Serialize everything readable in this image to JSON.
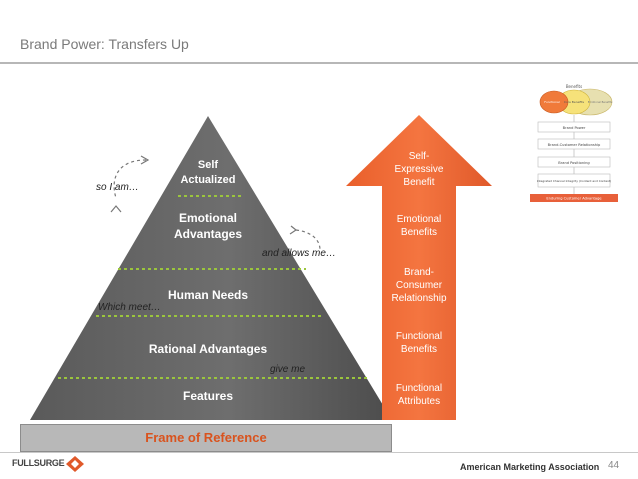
{
  "title": "Brand Power: Transfers Up",
  "pyramid": {
    "levels": [
      "Self\nActualized",
      "Emotional\nAdvantages",
      "Human Needs",
      "Rational Advantages",
      "Features"
    ],
    "frame_of_reference": "Frame of Reference"
  },
  "annotations": {
    "so_i_am": "so I am…",
    "and_allows_me": "and allows me…",
    "which_meet": "Which meet…",
    "give_me": "give me"
  },
  "arrow": {
    "labels": [
      "Self-\nExpressive\nBenefit",
      "Emotional\nBenefits",
      "Brand-\nConsumer\nRelationship",
      "Functional\nBenefits",
      "Functional\nAttributes"
    ]
  },
  "thumbnail": {
    "top_label": "Benefits",
    "circle_left": "Functional",
    "circle_mid": "Core Benefits",
    "circle_right": "Emotional Benefits",
    "boxes": [
      "Brand Power",
      "Brand-Customer Relationship",
      "Brand Positioning",
      "Integrated Channel Integrity (Content and Context)"
    ],
    "bottom_label": "Enduring Customer Advantage"
  },
  "footer": {
    "logo": "FULLSURGE",
    "organization": "American Marketing Association",
    "page_number": "44"
  },
  "colors": {
    "pyramid_fill": "#646464",
    "dotted_line": "#9bc53d",
    "arrow_orange": "#f26b35",
    "frame_text": "#d9531e"
  }
}
